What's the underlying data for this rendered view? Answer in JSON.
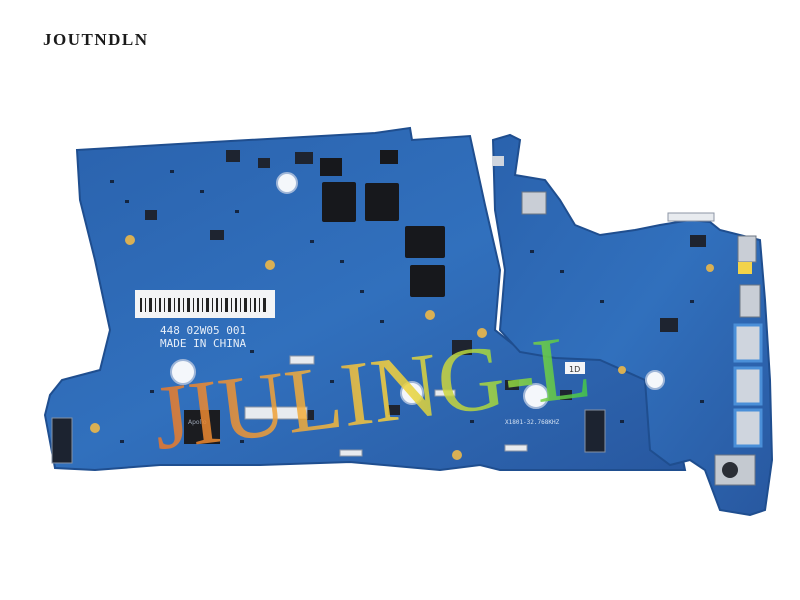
{
  "brand": {
    "name": "JOUTNDLN"
  },
  "watermark": {
    "text": "JIULING-L",
    "colors": [
      "#e8762a",
      "#f0a53a",
      "#f7d23c",
      "#9bd83f",
      "#3fc64a"
    ]
  },
  "board": {
    "color": "#2f68b3",
    "sticker_line1": "448   02W05  001",
    "sticker_line2": "MADE   IN   CHINA",
    "chip_label": "Apollo",
    "crystal_label": "X1801-32.768KHZ",
    "corner_mark": "1D"
  }
}
